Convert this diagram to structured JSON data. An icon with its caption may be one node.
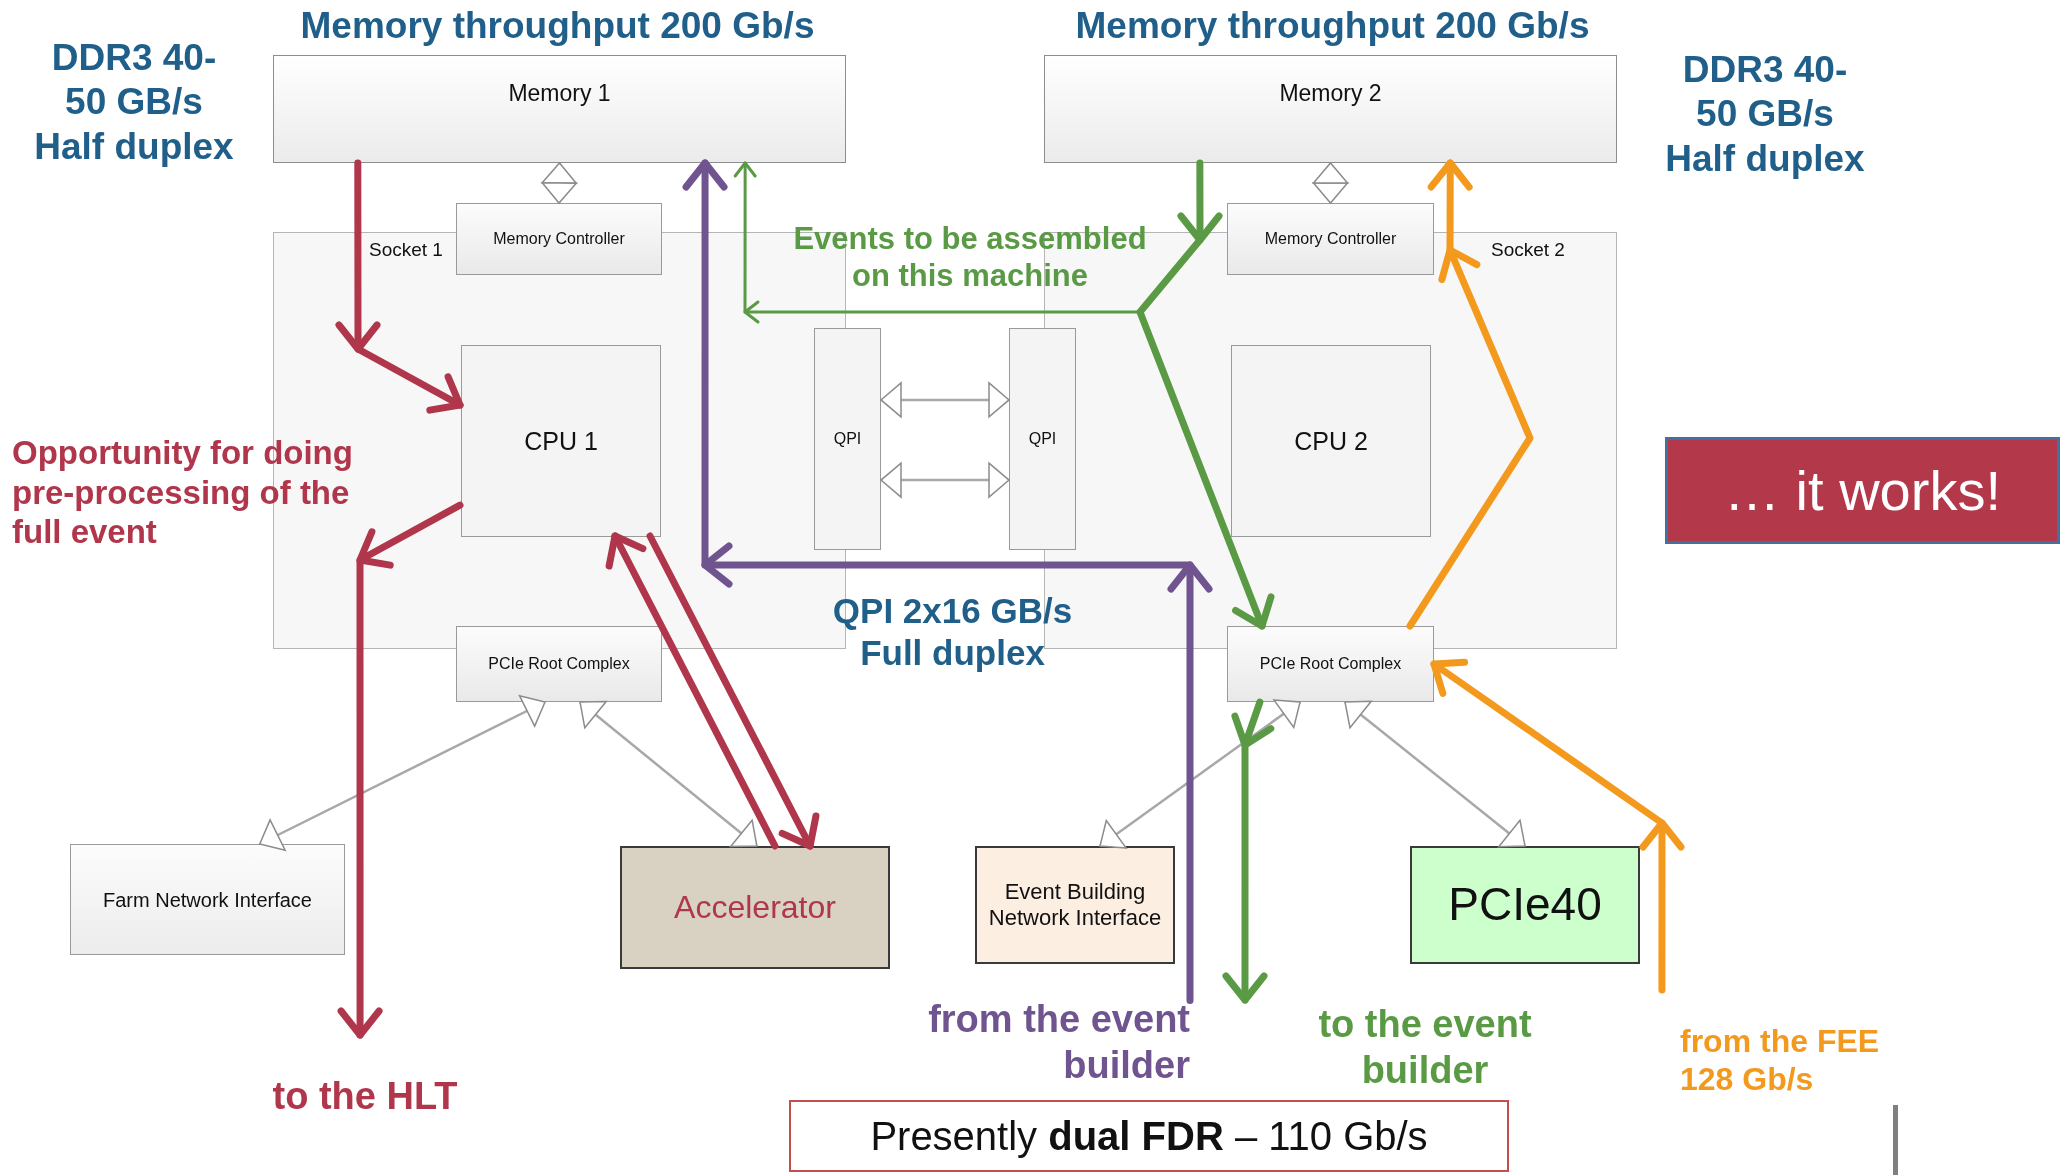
{
  "diagram": {
    "nodes": [
      {
        "text": [
          "Memory 1"
        ]
      },
      {
        "text": [
          "Memory 2"
        ]
      },
      {
        "text": [
          "Memory Controller"
        ]
      },
      {
        "text": [
          "Socket 1"
        ]
      },
      {
        "text": [
          "CPU 1"
        ],
        "in": 3
      },
      {
        "text": [
          "QPI"
        ]
      },
      {
        "text": [
          "QPI"
        ]
      },
      {
        "text": [
          "Memory Controller"
        ]
      },
      {
        "text": [
          "Socket 2"
        ]
      },
      {
        "text": [
          "CPU 2"
        ],
        "in": 8
      },
      {
        "text": [
          "PCIe Root Complex"
        ]
      },
      {
        "text": [
          "PCIe Root Complex"
        ]
      },
      {
        "text": [
          "Farm Network Interface"
        ]
      },
      {
        "text": [
          "Accelerator"
        ]
      },
      {
        "text": [
          "Event Building Network Interface"
        ]
      },
      {
        "text": [
          "PCIe40"
        ]
      },
      {
        "text": [
          "… it works!"
        ]
      },
      {
        "text": [
          "to the HLT"
        ]
      },
      {
        "text": [
          "from the event builder"
        ]
      },
      {
        "text": [
          "to the event builder"
        ]
      },
      {
        "text": [
          "from the FEE 128 Gb/s"
        ]
      },
      {
        "text": [
          "Presently **dual FDR** – 110 Gb/s"
        ]
      }
    ],
    "edges": [
      {
        "from": 0,
        "to": 2,
        "arrow": "both"
      },
      {
        "from": 5,
        "to": 6,
        "arrow": "both"
      },
      {
        "from": 5,
        "to": 6,
        "arrow": "both"
      },
      {
        "from": 7,
        "to": 1,
        "arrow": "both"
      },
      {
        "from": 10,
        "to": 12,
        "arrow": "both"
      },
      {
        "from": 10,
        "to": 13,
        "arrow": "both"
      },
      {
        "from": 11,
        "to": 14,
        "arrow": "both"
      },
      {
        "from": 11,
        "to": 15,
        "arrow": "both"
      },
      {
        "from": 0,
        "to": 4,
        "arrow": "to",
        "style": "thick",
        "color": "#b0364b"
      },
      {
        "from": 4,
        "to": 17,
        "arrow": "to",
        "style": "thick",
        "color": "#b0364b"
      },
      {
        "from": 13,
        "to": 4,
        "arrow": "to",
        "style": "thick",
        "color": "#b0364b"
      },
      {
        "from": 4,
        "to": 13,
        "arrow": "to",
        "style": "thick",
        "color": "#b0364b"
      },
      {
        "from": 18,
        "to": 0,
        "arrow": "to",
        "style": "thick",
        "color": "#6f5490"
      },
      {
        "from": 1,
        "to": 0,
        "arrow": "to",
        "color": "#5a9a45"
      },
      {
        "from": 1,
        "to": 11,
        "arrow": "to",
        "style": "thick",
        "color": "#5a9a45"
      },
      {
        "from": 11,
        "to": 19,
        "arrow": "to",
        "style": "thick",
        "color": "#5a9a45"
      },
      {
        "from": 20,
        "to": 11,
        "arrow": "to",
        "style": "thick",
        "color": "#f39a1e"
      },
      {
        "from": 11,
        "to": 1,
        "arrow": "to",
        "style": "thick",
        "color": "#f39a1e"
      }
    ],
    "labels": [
      "Memory throughput 200 Gb/s",
      "DDR3 40-50 GB/s Half duplex",
      "Memory throughput 200 Gb/s",
      "DDR3 40-50 GB/s Half duplex",
      "Events to be assembled on this machine",
      "Opportunity for doing pre-processing of the full event",
      "QPI 2x16 GB/s Full duplex"
    ]
  }
}
